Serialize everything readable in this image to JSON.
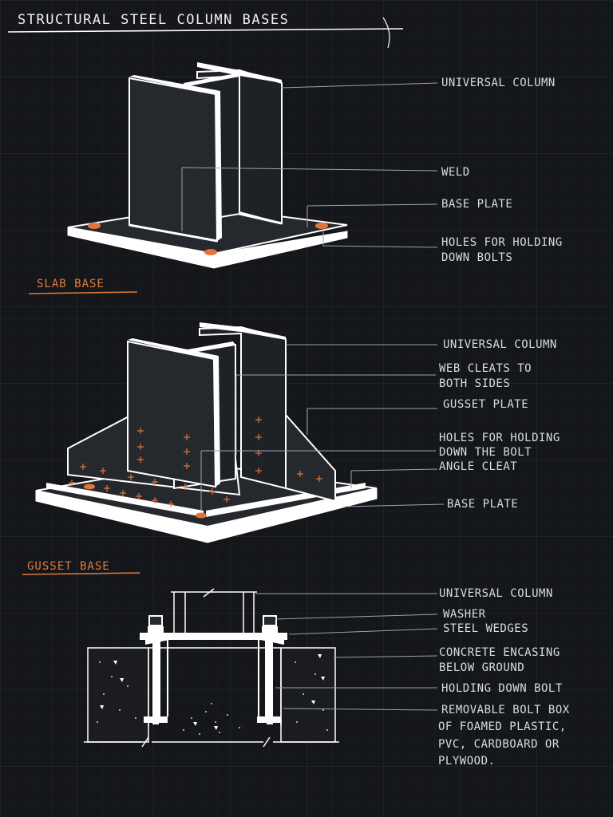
{
  "title": "STRUCTURAL STEEL COLUMN BASES",
  "sections": {
    "slab": "SLAB BASE",
    "gusset": "GUSSET BASE"
  },
  "slab_labels": {
    "universal_column": "UNIVERSAL COLUMN",
    "weld": "WELD",
    "base_plate": "BASE PLATE",
    "holes_line1": "HOLES FOR HOLDING",
    "holes_line2": "DOWN BOLTS"
  },
  "gusset_labels": {
    "universal_column": "UNIVERSAL COLUMN",
    "web_cleats_line1": "WEB CLEATS TO",
    "web_cleats_line2": "BOTH SIDES",
    "gusset_plate": "GUSSET PLATE",
    "holes_line1": "HOLES FOR HOLDING",
    "holes_line2": "DOWN THE BOLT",
    "angle_cleat": "ANGLE CLEAT",
    "base_plate": "BASE PLATE"
  },
  "section_labels": {
    "universal_column": "UNIVERSAL COLUMN",
    "washer": "WASHER",
    "steel_wedges": "STEEL WEDGES",
    "concrete_line1": "CONCRETE ENCASING",
    "concrete_line2": "BELOW GROUND",
    "holding_down_bolt": "HOLDING DOWN BOLT",
    "box_line1": "REMOVABLE BOLT BOX",
    "box_line2": "OF FOAMED PLASTIC,",
    "box_line3": "PVC, CARDBOARD OR",
    "box_line4": "PLYWOOD."
  },
  "colors": {
    "background": "#14161a",
    "grid": "#242830",
    "linework": "#ffffff",
    "accent": "#e07a3a",
    "leader": "#9aa3ad"
  }
}
